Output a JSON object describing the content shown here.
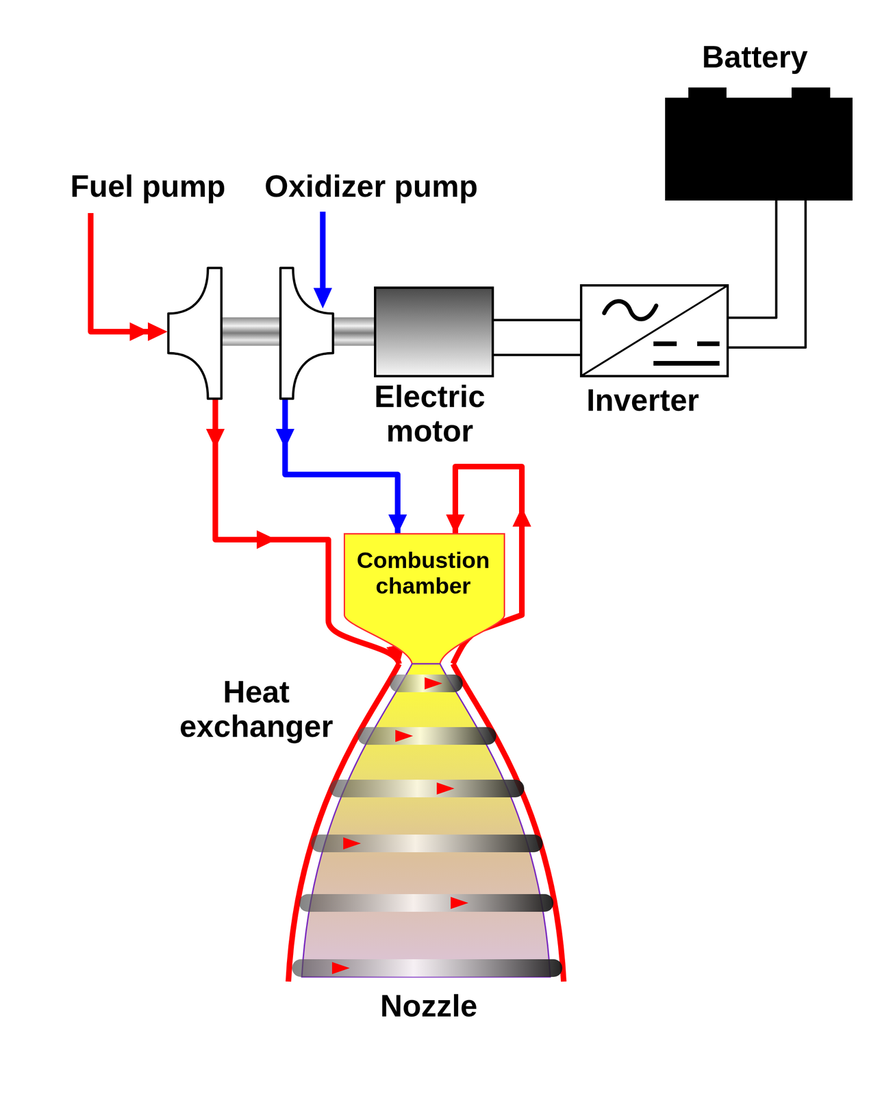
{
  "diagram": {
    "nodes": [
      {
        "text": [
          "Battery"
        ]
      },
      {
        "text": [
          "Fuel pump"
        ]
      },
      {
        "text": [
          "Oxidizer pump"
        ]
      },
      {
        "text": [
          "Electric motor"
        ]
      },
      {
        "text": [
          "Inverter"
        ]
      },
      {
        "text": [
          "Combustion chamber"
        ]
      },
      {
        "text": [
          "Nozzle"
        ]
      }
    ],
    "edges": [
      {
        "from": 1,
        "to": 2,
        "arrow": "none"
      },
      {
        "from": 2,
        "to": 3,
        "arrow": "none"
      },
      {
        "from": 3,
        "to": 4,
        "arrow": "none"
      },
      {
        "from": 4,
        "to": 0,
        "arrow": "none"
      },
      {
        "from": 1,
        "to": 6,
        "arrow": "to"
      },
      {
        "from": 2,
        "to": 5,
        "arrow": "to"
      },
      {
        "from": 6,
        "to": 5,
        "arrow": "to"
      }
    ],
    "labels": [
      "Heat exchanger"
    ]
  }
}
